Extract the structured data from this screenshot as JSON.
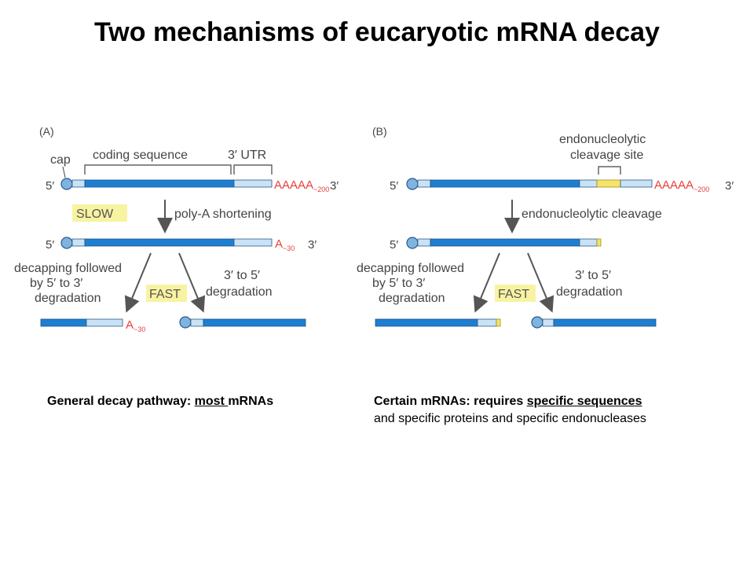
{
  "title": "Two mechanisms of eucaryotic mRNA decay",
  "panel_a": {
    "label": "(A)",
    "cap": "cap",
    "coding_sequence": "coding sequence",
    "utr": "3′ UTR",
    "five_prime": "5′",
    "three_prime": "3′",
    "polya_long": "AAAAA",
    "polya_long_sub": "~200",
    "slow": "SLOW",
    "step1": "poly-A shortening",
    "polya_short": "A",
    "polya_short_sub": "~30",
    "decap_1": "decapping followed",
    "decap_2": "by 5′ to 3′",
    "decap_3": "degradation",
    "fast": "FAST",
    "deg_1": "3′ to 5′",
    "deg_2": "degradation"
  },
  "panel_b": {
    "label": "(B)",
    "site_1": "endonucleolytic",
    "site_2": "cleavage site",
    "five_prime": "5′",
    "three_prime": "3′",
    "polya_long": "AAAAA",
    "polya_long_sub": "~200",
    "step1": "endonucleolytic cleavage",
    "decap_1": "decapping followed",
    "decap_2": "by 5′ to 3′",
    "decap_3": "degradation",
    "fast": "FAST",
    "deg_1": "3′ to 5′",
    "deg_2": "degradation"
  },
  "captions": {
    "a_prefix": "General decay pathway: ",
    "a_underlined": "most ",
    "a_suffix": "mRNAs",
    "b_prefix": "Certain mRNAs: requires ",
    "b_underlined": "specific sequences",
    "b_line2": "and specific proteins and specific endonucleases"
  },
  "colors": {
    "coding": "#1e7fd0",
    "utr": "#c9e2f5",
    "cap": "#7fb3e0",
    "cleavage": "#f5e36a",
    "polyA": "#e8403a",
    "highlight": "#f8f3a0",
    "label": "#444444"
  }
}
